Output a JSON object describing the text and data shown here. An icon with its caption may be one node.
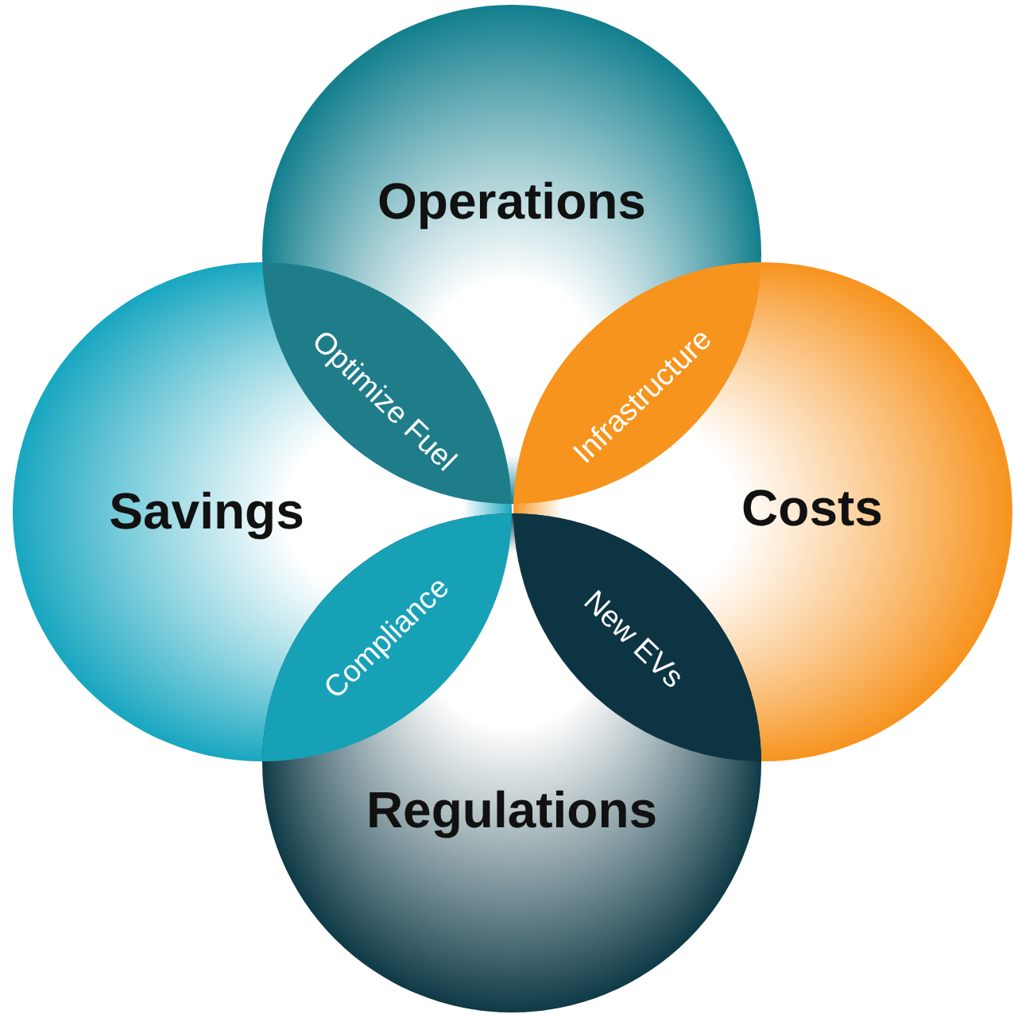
{
  "diagram": {
    "nodes": [
      {
        "text": [
          "Operations"
        ]
      },
      {
        "text": [
          "Savings"
        ]
      },
      {
        "text": [
          "Costs"
        ]
      },
      {
        "text": [
          "Regulations"
        ]
      },
      {
        "text": [
          "Optimize Fuel"
        ]
      },
      {
        "text": [
          "Infrastructure"
        ]
      },
      {
        "text": [
          "Compliance"
        ]
      },
      {
        "text": [
          "New EVs"
        ]
      }
    ]
  }
}
